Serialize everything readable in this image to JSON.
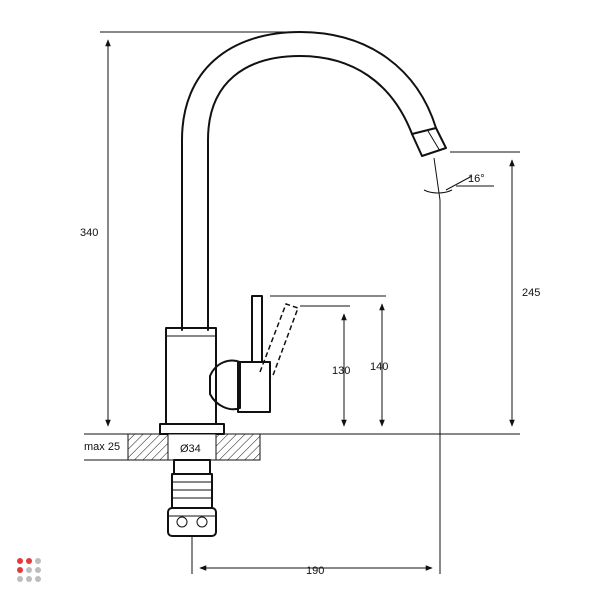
{
  "dimensions": {
    "total_height": "340",
    "spout_height": "245",
    "handle_height_low": "130",
    "handle_height_high": "140",
    "spout_reach": "190",
    "max_thickness": "max 25",
    "hole_diameter": "Ø34",
    "spout_angle": "16°"
  },
  "logo": {
    "colors": [
      "#e23b3b",
      "#e23b3b",
      "#bdbdbd",
      "#e23b3b",
      "#bdbdbd",
      "#bdbdbd",
      "#bdbdbd",
      "#bdbdbd",
      "#bdbdbd"
    ]
  }
}
